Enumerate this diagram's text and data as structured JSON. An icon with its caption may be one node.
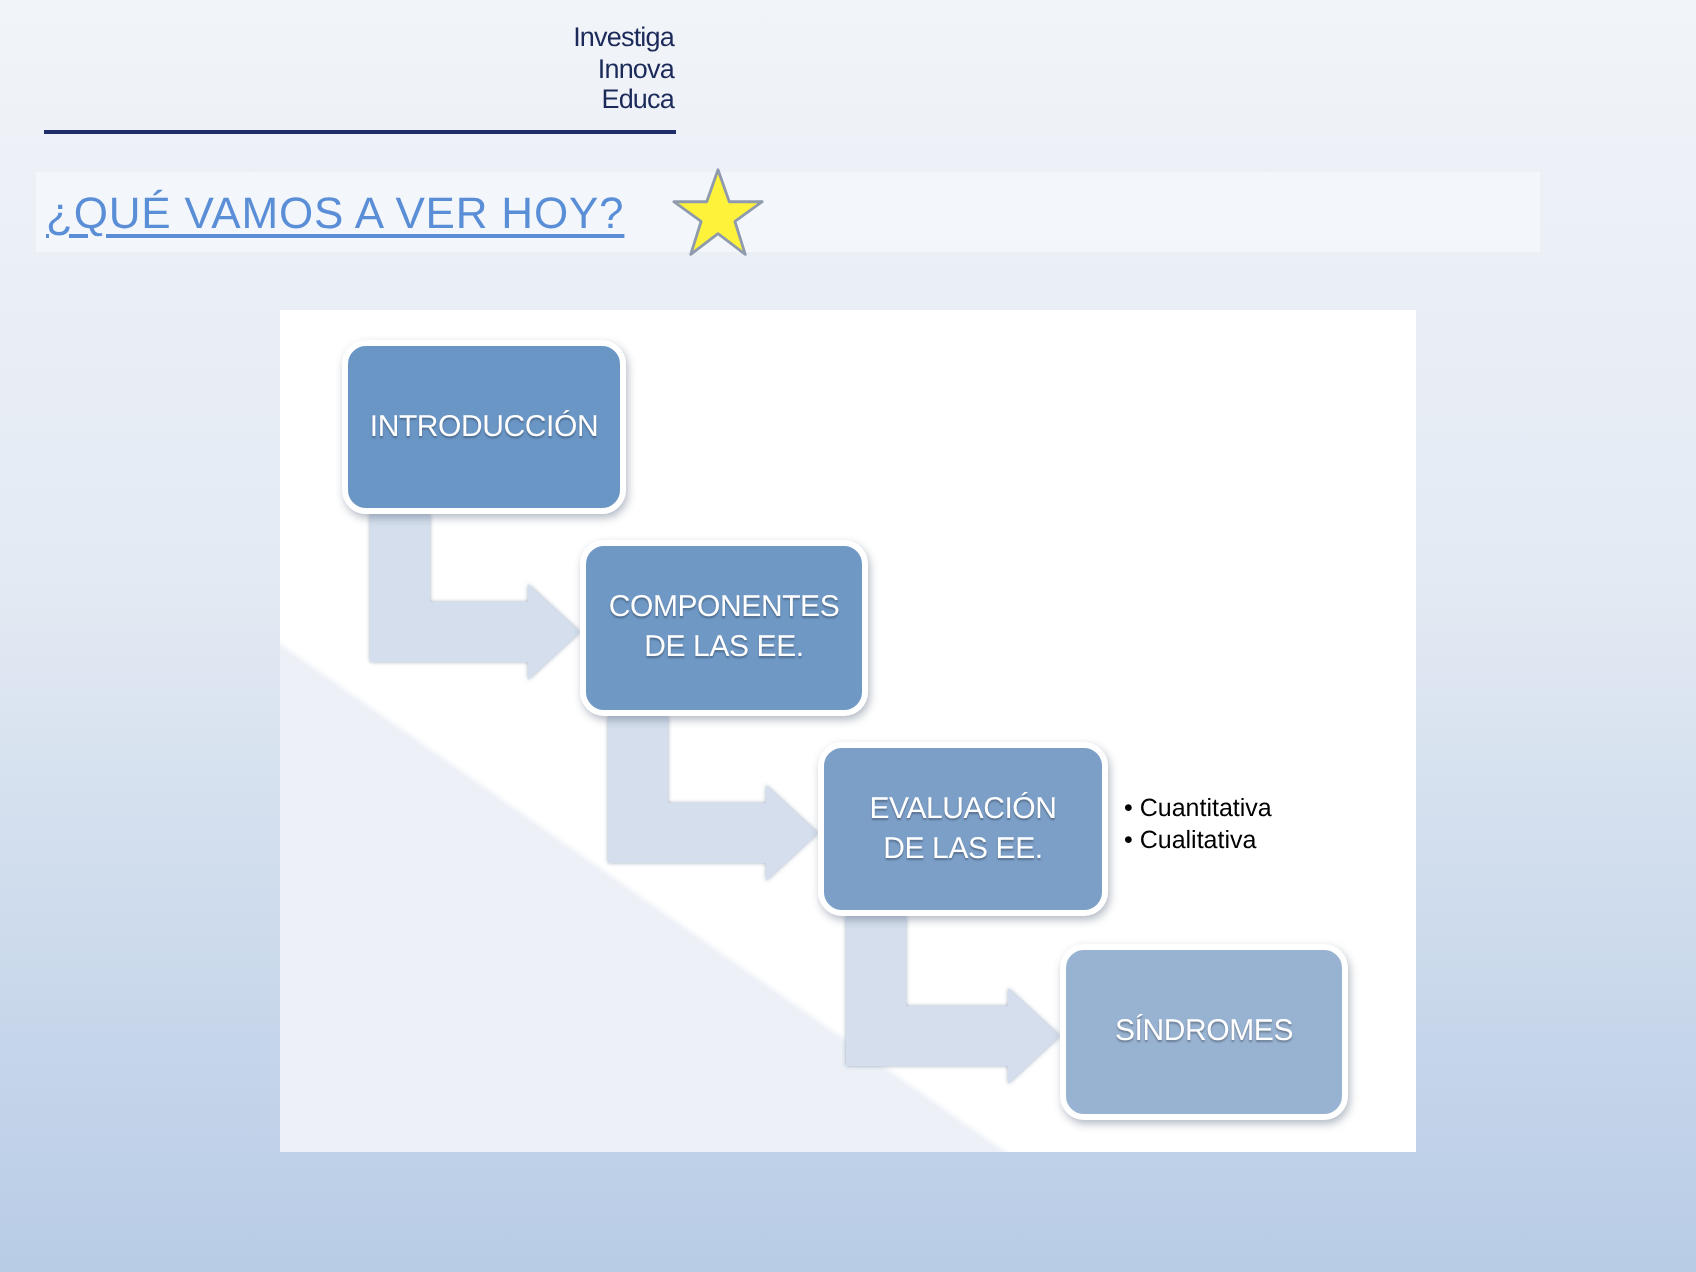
{
  "diagram": {
    "title": "¿QUÉ VAMOS A VER HOY?",
    "nodes": [
      {
        "text": [
          "INTRODUCCIÓN"
        ]
      },
      {
        "text": [
          "COMPONENTES DE LAS EE."
        ]
      },
      {
        "text": [
          "EVALUACIÓN DE LAS EE."
        ],
        "beside": [
          "• Cuantitativa",
          "• Cualitativa"
        ]
      },
      {
        "text": [
          "SÍNDROMES"
        ]
      }
    ],
    "edges": [
      {
        "from": 0,
        "to": 1,
        "arrow": "to"
      },
      {
        "from": 1,
        "to": 2,
        "arrow": "to"
      },
      {
        "from": 2,
        "to": 3,
        "arrow": "to"
      }
    ],
    "labels": [
      "Investiga",
      "Innova",
      "Educa"
    ]
  }
}
